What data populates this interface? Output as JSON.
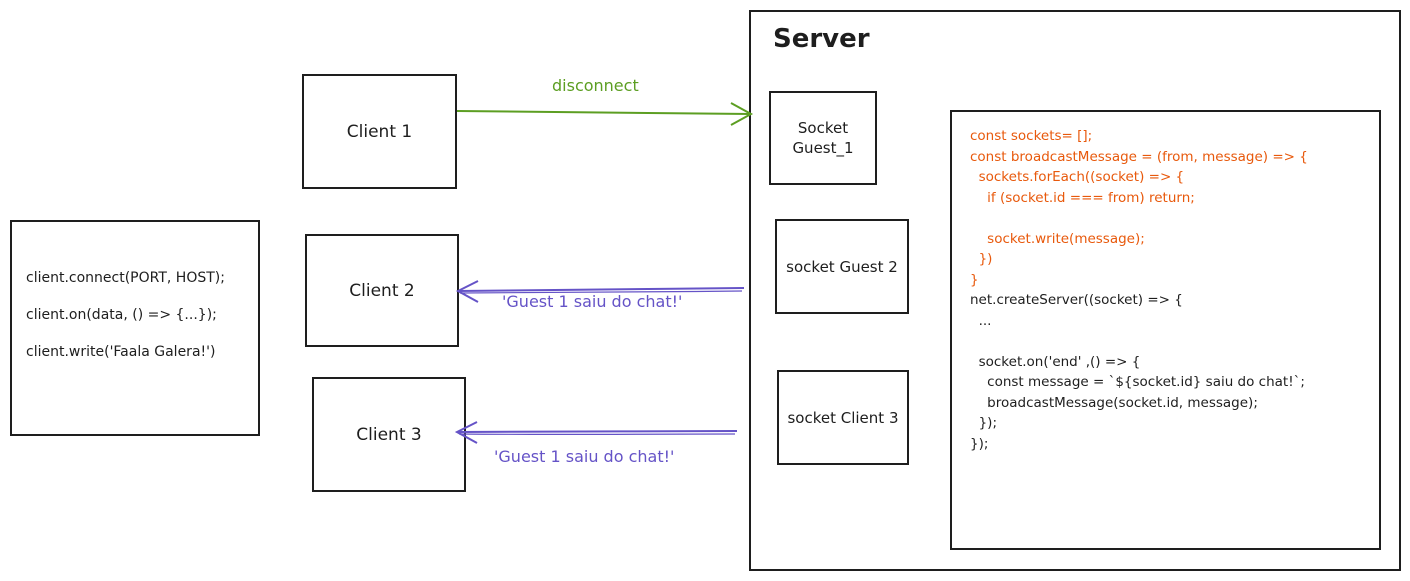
{
  "colors": {
    "stroke": "#1e1e1e",
    "green": "#5c9e22",
    "purple": "#6553c7",
    "code_orange": "#e8590c",
    "code_black": "#1e1e1e"
  },
  "client_code": {
    "lines": [
      "client.connect(PORT, HOST);",
      "client.on(data, () => {...});",
      "client.write('Faala Galera!')"
    ]
  },
  "clients": [
    {
      "label": "Client 1"
    },
    {
      "label": "Client 2"
    },
    {
      "label": "Client 3"
    }
  ],
  "server": {
    "title": "Server",
    "sockets": [
      {
        "label": "Socket\nGuest_1"
      },
      {
        "label": "socket Guest 2"
      },
      {
        "label": "socket Client 3"
      }
    ],
    "code": [
      {
        "text": "const sockets= [];",
        "color": "orange"
      },
      {
        "text": "const broadcastMessage = (from, message) => {",
        "color": "orange"
      },
      {
        "text": "  sockets.forEach((socket) => {",
        "color": "orange"
      },
      {
        "text": "    if (socket.id === from) return;",
        "color": "orange"
      },
      {
        "text": "",
        "color": "orange"
      },
      {
        "text": "    socket.write(message);",
        "color": "orange"
      },
      {
        "text": "  })",
        "color": "orange"
      },
      {
        "text": "}",
        "color": "orange"
      },
      {
        "text": "net.createServer((socket) => {",
        "color": "black"
      },
      {
        "text": "  ...",
        "color": "black"
      },
      {
        "text": "",
        "color": "black"
      },
      {
        "text": "  socket.on('end' ,() => {",
        "color": "black"
      },
      {
        "text": "    const message = `${socket.id} saiu do chat!`;",
        "color": "black"
      },
      {
        "text": "    broadcastMessage(socket.id, message);",
        "color": "black"
      },
      {
        "text": "  });",
        "color": "black"
      },
      {
        "text": "});",
        "color": "black"
      }
    ]
  },
  "edges": [
    {
      "label": "disconnect",
      "from": "Client 1",
      "to": "Socket Guest_1",
      "color": "green"
    },
    {
      "label": "'Guest 1 saiu do chat!'",
      "from": "socket Guest 2",
      "to": "Client 2",
      "color": "purple"
    },
    {
      "label": "'Guest 1 saiu do chat!'",
      "from": "socket Client 3",
      "to": "Client 3",
      "color": "purple"
    }
  ]
}
